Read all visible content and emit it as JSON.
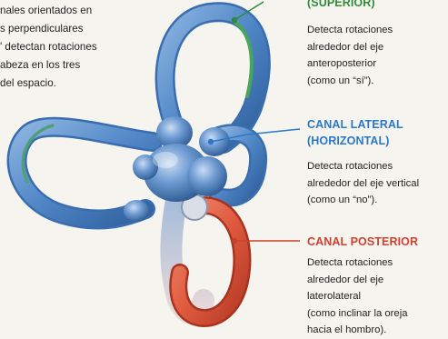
{
  "intro": {
    "lines": [
      "nales orientados en",
      "s perpendiculares",
      "' detectan rotaciones",
      "abeza en los tres",
      "del espacio."
    ]
  },
  "superior": {
    "heading": "(SUPERIOR)",
    "desc": [
      "Detecta rotaciones",
      "alrededor del eje",
      "anteroposterior",
      "(como un “sí”)."
    ],
    "color": "#2f8a3a"
  },
  "lateral": {
    "heading": [
      "CANAL LATERAL",
      "(HORIZONTAL)"
    ],
    "desc": [
      "Detecta rotaciones",
      "alrededor del eje vertical",
      "(como un “no”)."
    ],
    "color": "#2a78c8"
  },
  "posterior": {
    "heading": "CANAL POSTERIOR",
    "desc": [
      "Detecta rotaciones",
      "alrededor del eje",
      "laterolateral",
      "(como inclinar la oreja",
      "hacia el hombro)."
    ],
    "color": "#d0412e"
  }
}
